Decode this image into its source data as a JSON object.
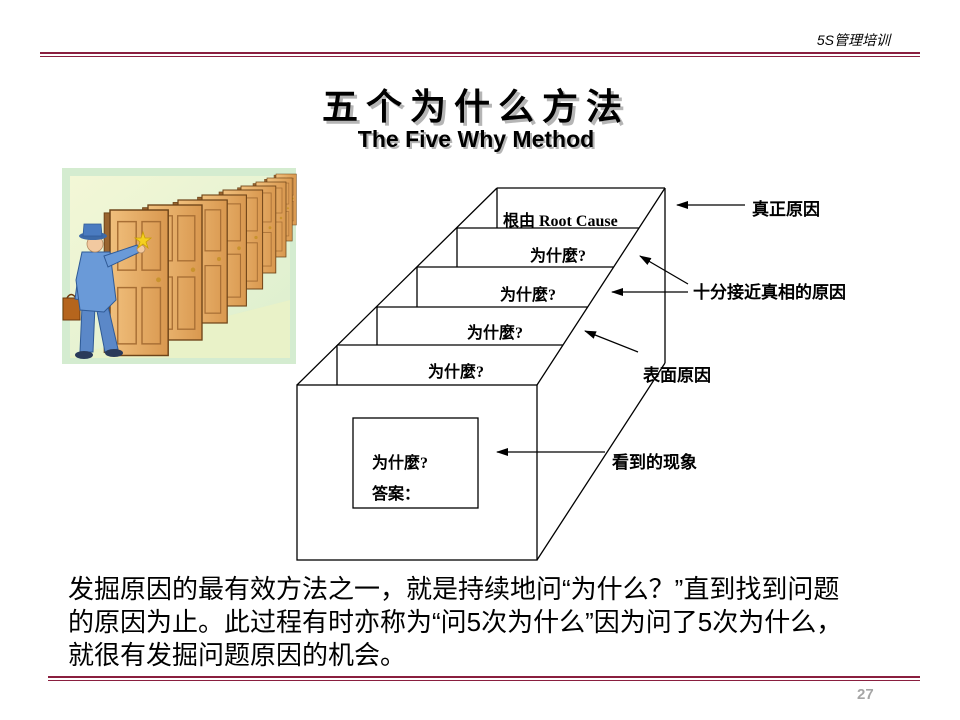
{
  "header": {
    "course_label": "5S管理培训"
  },
  "title": {
    "main": "五个为什么方法",
    "subtitle": "The Five Why Method"
  },
  "clipart": {
    "icon": "man-opening-doors-clipart"
  },
  "diagram": {
    "root_cause_label": "根由 Root Cause",
    "why_labels": [
      "为什麼?",
      "为什麼?",
      "为什麼?",
      "为什麼?"
    ],
    "inner_box": {
      "question": "为什麼?",
      "answer_label": "答案："
    },
    "annotations": {
      "real_cause": "真正原因",
      "near_truth_cause": "十分接近真相的原因",
      "surface_cause": "表面原因",
      "observed_phenomenon": "看到的现象"
    }
  },
  "body_text": {
    "lines": [
      "发掘原因的最有效方法之一，就是持续地问“为什么？”直到找到问题",
      "的原因为止。此过程有时亦称为“问5次为什么”因为问了5次为什么，",
      "就很有发掘问题原因的机会。"
    ]
  },
  "footer": {
    "page_number": "27"
  },
  "colors": {
    "rule": "#8a1f3f",
    "text": "#000000",
    "page_number": "#a6a6a6",
    "suit": "#6a9ad8",
    "door": "#e3a964",
    "backdrop": "#d4ecd0"
  }
}
